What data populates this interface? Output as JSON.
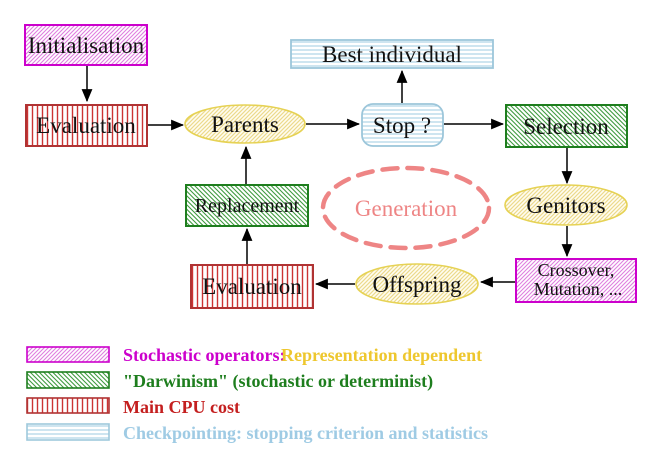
{
  "nodes": {
    "initialisation": "Initialisation",
    "evaluation_top": "Evaluation",
    "best_individual": "Best individual",
    "stop": "Stop ?",
    "selection": "Selection",
    "parents": "Parents",
    "replacement": "Replacement",
    "generation": "Generation",
    "genitors": "Genitors",
    "evaluation_bottom": "Evaluation",
    "offspring": "Offspring",
    "crossover_line1": "Crossover,",
    "crossover_line2": "Mutation, ..."
  },
  "legend": {
    "items": [
      {
        "swatch": "magenta-diagonal-hatch",
        "label": "Stochastic operators:",
        "label2": "Representation dependent",
        "label_color": "#cc00cc",
        "label2_color": "#eec72e"
      },
      {
        "swatch": "green-diagonal-hatch",
        "label": "\"Darwinism\" (stochastic or determinist)",
        "label_color": "#1e7e1e"
      },
      {
        "swatch": "red-vertical-lines",
        "label": "Main CPU cost",
        "label_color": "#c41f1f"
      },
      {
        "swatch": "cyan-horizontal-lines",
        "label": "Checkpointing: stopping criterion and statistics",
        "label_color": "#9fcbe4"
      }
    ]
  },
  "colors": {
    "magenta_border": "#cc00cc",
    "magenta_hatch": "#df7fdf",
    "green_border": "#1e7e1e",
    "green_hatch": "#3f9b3f",
    "red_border": "#b03333",
    "red_hatch": "#cc3333",
    "cyan_border": "#9cc6da",
    "cyan_hatch": "#aed4e6",
    "yellow_border": "#e6d254",
    "yellow_hatch": "#ecd98c",
    "salmon": "#ee8585",
    "arrow": "#000000"
  }
}
